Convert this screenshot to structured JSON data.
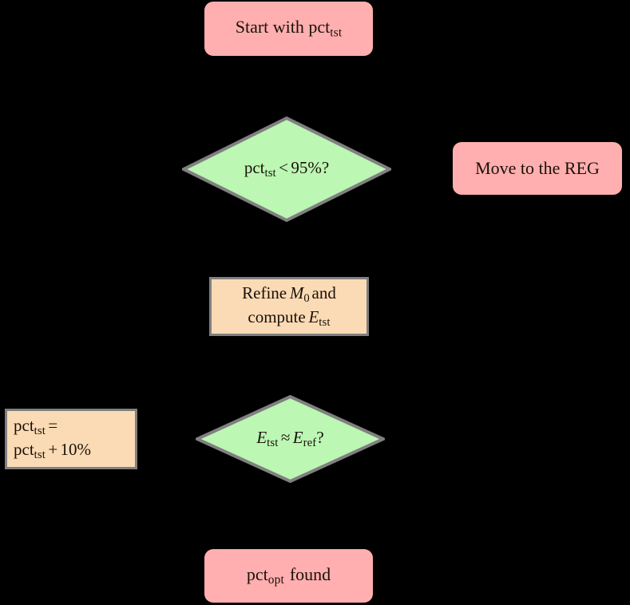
{
  "diagram": {
    "title": "pct optimization flowchart",
    "background_color": "#000000",
    "palette": {
      "terminator_fill": "#FFAFAF",
      "decision_fill": "#BCF7B4",
      "process_fill": "#FBDBB5",
      "border": "#808080",
      "text": "#1a1008"
    }
  },
  "nodes": {
    "start": {
      "type": "terminator",
      "label_plain": "Start with pct_tst",
      "text_main": "Start with pct",
      "text_sub": "tst"
    },
    "decision_pct": {
      "type": "decision",
      "label_plain": "pct_tst < 95%?",
      "text_var": "pct",
      "text_sub": "tst",
      "text_op": "<",
      "text_value": "95%?"
    },
    "move_reg": {
      "type": "terminator",
      "label_plain": "Move to the REG",
      "text_main": "Move to the REG"
    },
    "refine": {
      "type": "process",
      "label_plain": "Refine M_0 and compute E_tst",
      "line1_a": "Refine",
      "line1_var": "M",
      "line1_sub": "0",
      "line1_b": "and",
      "line2_a": "compute",
      "line2_var": "E",
      "line2_sub": "tst"
    },
    "decision_energy": {
      "type": "decision",
      "label_plain": "E_tst ≈ E_ref?",
      "lhs_var": "E",
      "lhs_sub": "tst",
      "op": "≈",
      "rhs_var": "E",
      "rhs_sub": "ref",
      "suffix": "?"
    },
    "increment": {
      "type": "process",
      "label_plain": "pct_tst = pct_tst + 10%",
      "line1_a": "pct",
      "line1_sub": "tst",
      "line1_op": "=",
      "line2_a": "pct",
      "line2_sub": "tst",
      "line2_op": "+",
      "line2_value": "10%"
    },
    "found": {
      "type": "terminator",
      "label_plain": "pct_opt found",
      "text_main": "pct",
      "text_sub": "opt",
      "text_tail": "found"
    }
  }
}
